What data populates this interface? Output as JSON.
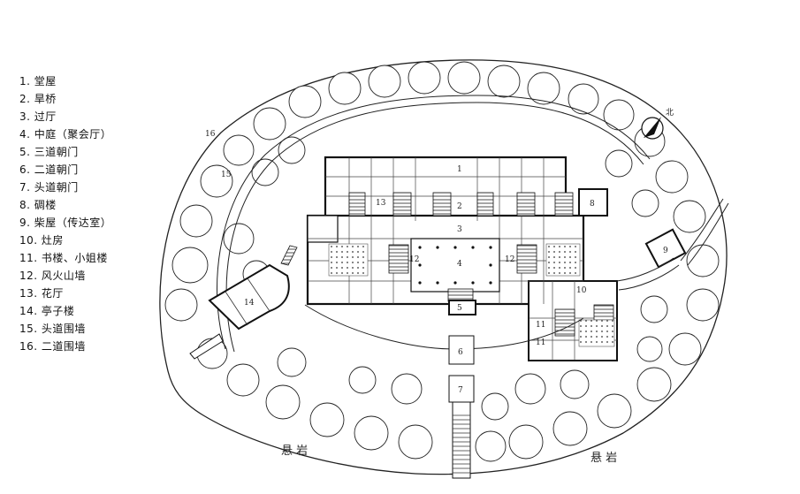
{
  "legend": [
    "1. 堂屋",
    "2. 旱桥",
    "3. 过厅",
    "4. 中庭（聚会厅）",
    "5. 三道朝门",
    "6. 二道朝门",
    "7. 头道朝门",
    "8. 碉楼",
    "9. 柴屋（传达室）",
    "10. 灶房",
    "11. 书楼、小姐楼",
    "12. 风火山墙",
    "13. 花厅",
    "14. 亭子楼",
    "15. 头道围墙",
    "16. 二道围墙"
  ],
  "plan_labels": {
    "n1": "1",
    "n2": "2",
    "n3": "3",
    "n4": "4",
    "n5": "5",
    "n6": "6",
    "n7": "7",
    "n8": "8",
    "n9": "9",
    "n10": "10",
    "n11a": "11",
    "n11b": "11",
    "n12a": "12",
    "n12b": "12",
    "n13": "13",
    "n14": "14",
    "n15": "15",
    "n16": "16"
  },
  "cliff_labels": {
    "left": "悬 岩",
    "right": "悬 岩"
  },
  "north_label": "北",
  "icons": {
    "north": "north-arrow-icon"
  },
  "colors": {
    "ink": "#111111",
    "paper": "#ffffff"
  }
}
